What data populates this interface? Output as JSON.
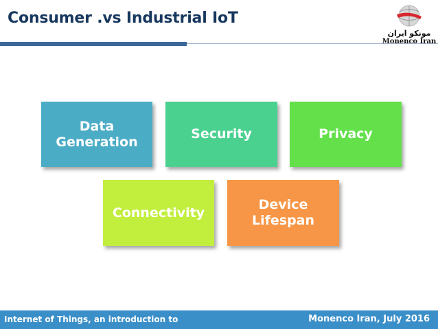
{
  "slide": {
    "title": "Consumer .vs Industrial IoT"
  },
  "logo": {
    "arabic_text": "مونکو ایران",
    "english_text": "Monenco Iran"
  },
  "boxes": [
    {
      "label": "Data\nGeneration",
      "color": "#4bacc6"
    },
    {
      "label": "Security",
      "color": "#4bd18f"
    },
    {
      "label": "Privacy",
      "color": "#63e04a"
    },
    {
      "label": "Connectivity",
      "color": "#c2ee3e"
    },
    {
      "label": "Device\nLifespan",
      "color": "#f79646"
    }
  ],
  "footer": {
    "left_text": "Internet of Things, an introduction to",
    "right_text": "Monenco Iran, July 2016",
    "color": "#3b8fc9"
  }
}
